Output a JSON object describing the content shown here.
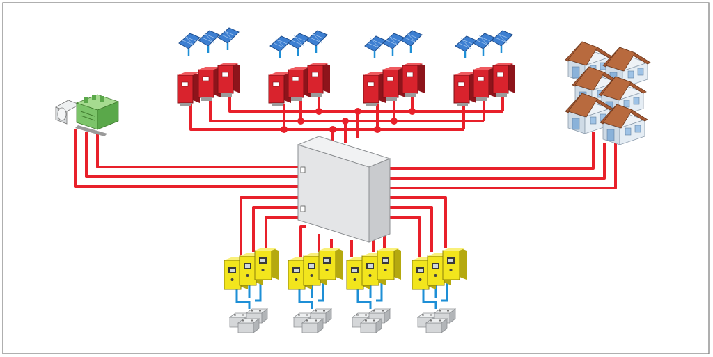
{
  "diagram": {
    "kind": "off-grid-hybrid-system",
    "colors": {
      "ac_bus": "#e8202a",
      "dc_link": "#1e8fd6",
      "inverter_pv": "#d9232d",
      "inverter_battery": "#f2e51d",
      "generator": "#7cc46a",
      "cabinet": "#e4e5e7",
      "panel": "#3d7fd1",
      "roof": "#a65a34",
      "border": "#7a7a7a"
    },
    "components": {
      "pv_groups": 4,
      "pv_inverters_per_group": 3,
      "battery_groups": 4,
      "battery_inverters_per_group": 3,
      "houses": 6,
      "generators": 1,
      "distribution_cabinets": 1
    },
    "icons": [
      "solar-panel-icon",
      "pv-inverter-icon",
      "battery-inverter-icon",
      "battery-icon",
      "generator-icon",
      "house-icon",
      "distribution-cabinet-icon"
    ]
  }
}
